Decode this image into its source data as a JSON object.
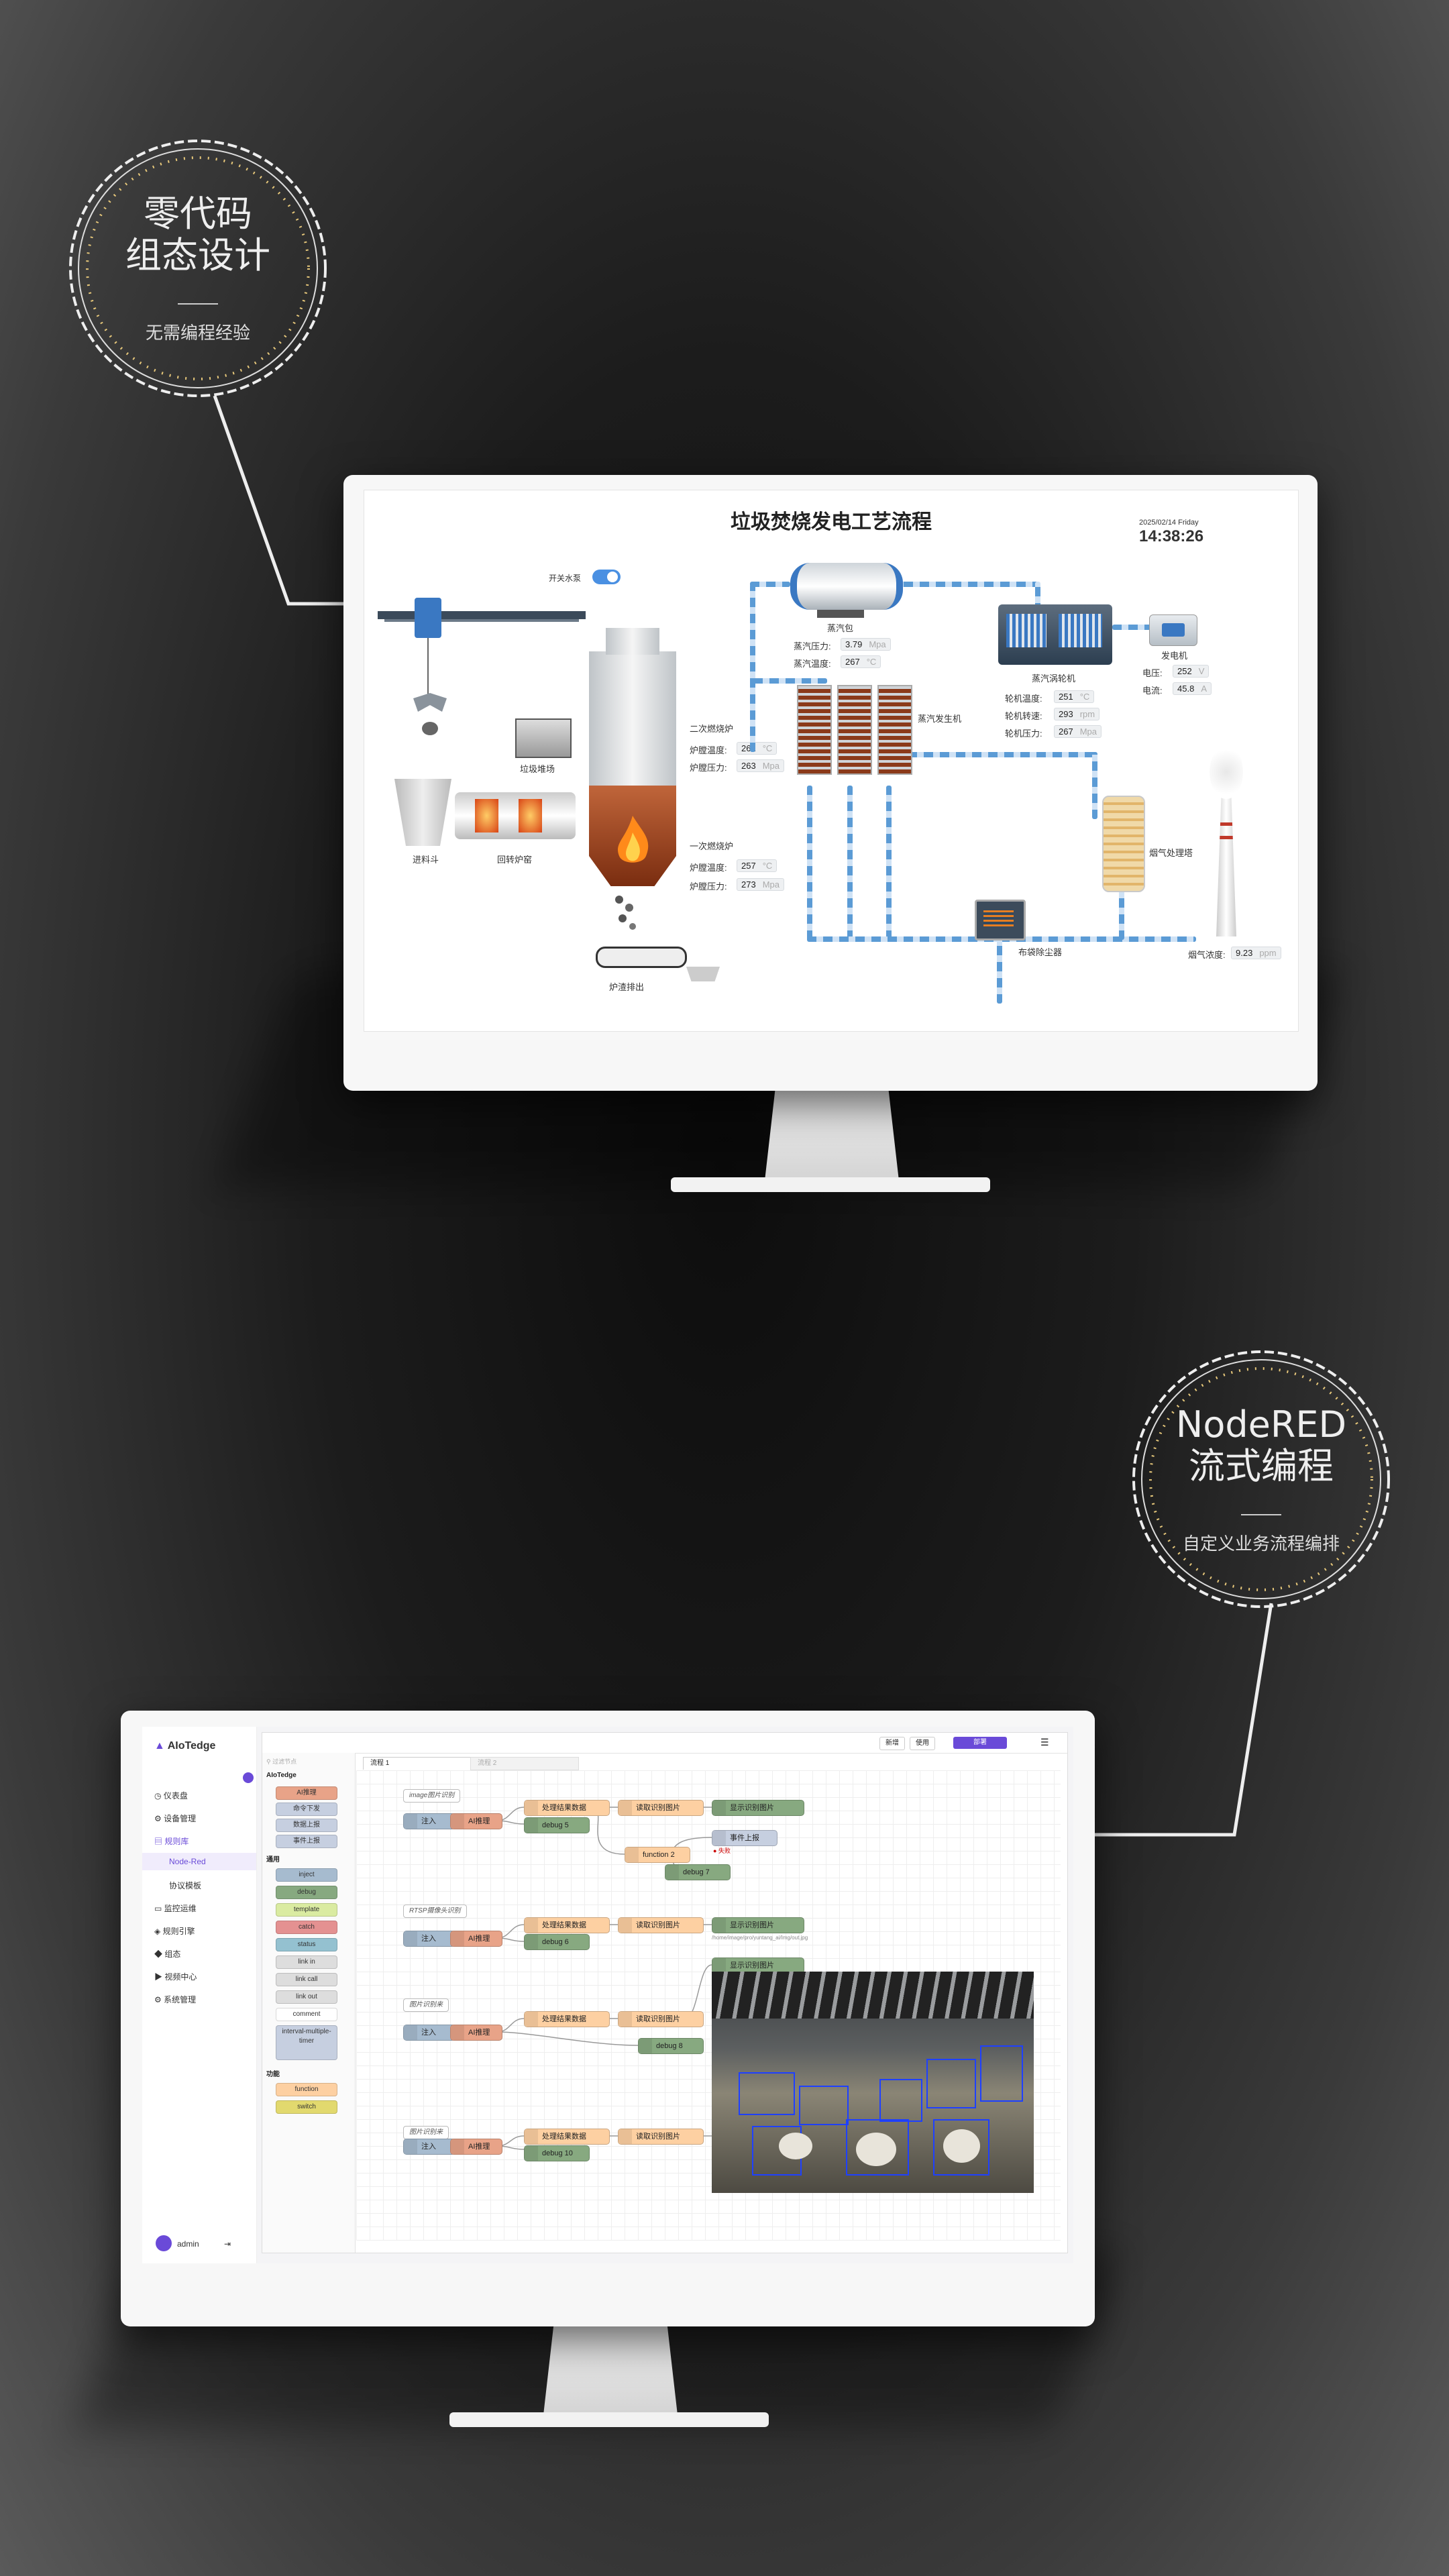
{
  "badges": {
    "top": {
      "line1": "零代码",
      "line2": "组态设计",
      "sub": "无需编程经验"
    },
    "bottom": {
      "line1": "NodeRED",
      "line2": "流式编程",
      "sub": "自定义业务流程编排"
    }
  },
  "scada": {
    "title": "垃圾焚烧发电工艺流程",
    "date": "2025/02/14 Friday",
    "time": "14:38:26",
    "switch_label": "开关水泵",
    "labels": {
      "boiler_drum": "蒸汽包",
      "steam_pressure": "蒸汽压力:",
      "steam_temp": "蒸汽温度:",
      "turbine": "蒸汽涡轮机",
      "turbine_temp": "轮机温度:",
      "turbine_speed": "轮机转速:",
      "turbine_pressure": "轮机压力:",
      "generator": "发电机",
      "voltage": "电压:",
      "current": "电流:",
      "steam_generator": "蒸汽发生机",
      "secondary_furnace": "二次燃烧炉",
      "secondary_temp": "炉膛温度:",
      "secondary_pressure": "炉膛压力:",
      "primary_furnace": "一次燃烧炉",
      "primary_temp": "炉膛温度:",
      "primary_pressure": "炉膛压力:",
      "garbage_pile": "垃圾堆场",
      "feed_hopper": "进料斗",
      "rotary_kiln": "回转炉窑",
      "slag_discharge": "炉渣排出",
      "flue_gas": "烟气处理塔",
      "bag_filter": "布袋除尘器",
      "smoke_conc": "烟气浓度:"
    },
    "values": {
      "steam_pressure": {
        "v": "3.79",
        "u": "Mpa"
      },
      "steam_temp": {
        "v": "267",
        "u": "°C"
      },
      "turbine_temp": {
        "v": "251",
        "u": "°C"
      },
      "turbine_speed": {
        "v": "293",
        "u": "rpm"
      },
      "turbine_pressure": {
        "v": "267",
        "u": "Mpa"
      },
      "voltage": {
        "v": "252",
        "u": "V"
      },
      "current": {
        "v": "45.8",
        "u": "A"
      },
      "secondary_temp": {
        "v": "262",
        "u": "°C"
      },
      "secondary_pressure": {
        "v": "263",
        "u": "Mpa"
      },
      "primary_temp": {
        "v": "257",
        "u": "°C"
      },
      "primary_pressure": {
        "v": "273",
        "u": "Mpa"
      },
      "smoke_conc": {
        "v": "9.23",
        "u": "ppm"
      }
    },
    "colors": {
      "pipe": "#5b9bd5",
      "fire": "#e8631a"
    }
  },
  "nodered": {
    "brand": "AIoTedge",
    "nav": [
      "仪表盘",
      "设备管理",
      "规则库",
      "Node-Red",
      "协议模板",
      "监控运维",
      "规则引擎",
      "组态",
      "视频中心",
      "系统管理"
    ],
    "user": "admin",
    "palette_search": "过滤节点",
    "palette_groups": [
      "AIoTedge",
      "通用",
      "功能"
    ],
    "palette_ai": [
      "AI推理",
      "命令下发",
      "数据上报",
      "事件上报"
    ],
    "palette_common": [
      "inject",
      "debug",
      "template",
      "catch",
      "status",
      "link in",
      "link call",
      "link out",
      "comment",
      "interval-multiple-timer"
    ],
    "palette_func": [
      "function",
      "switch"
    ],
    "tabs": [
      "流程 1",
      "流程 2"
    ],
    "toolbar": {
      "new": "新增",
      "use": "使用",
      "deploy": "部署"
    },
    "comments": [
      "image图片识别",
      "RTSP摄像头识别",
      "图片识别来",
      "图片识别来"
    ],
    "flow_nodes": {
      "inject": "注入",
      "ai": "AI推理",
      "check": "处理结果数据",
      "read": "读取识别图片",
      "show": "显示识别图片",
      "debug5": "debug 5",
      "debug6": "debug 6",
      "debug7": "debug 7",
      "debug8": "debug 8",
      "debug10": "debug 10",
      "func2": "function 2",
      "event": "事件上报",
      "event_status": "失败",
      "path": "/home/image/pro/yuntang_ai/Img/out.jpg"
    }
  }
}
